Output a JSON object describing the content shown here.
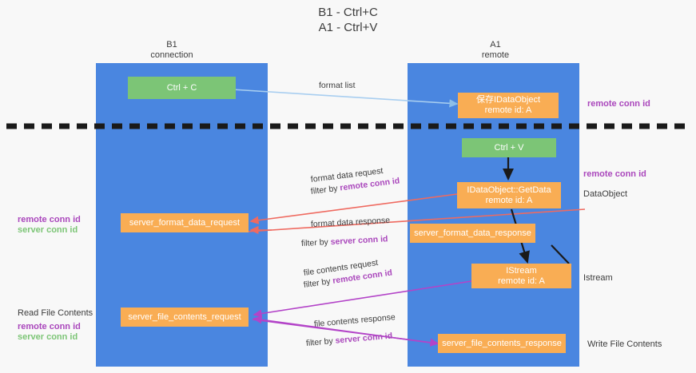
{
  "title": {
    "line1": "B1 - Ctrl+C",
    "line2": "A1 - Ctrl+V"
  },
  "columns": [
    {
      "name": "B1",
      "role": "connection"
    },
    {
      "name": "A1",
      "role": "remote"
    }
  ],
  "boxes": {
    "ctrl_c": "Ctrl + C",
    "ctrl_v": "Ctrl + V",
    "save_idataobject_l1": "保存IDataObject",
    "save_idataobject_l2": "remote id: A",
    "getdata_l1": "IDataObject::GetData",
    "getdata_l2": "remote id: A",
    "istream_l1": "IStream",
    "istream_l2": "remote id: A",
    "server_format_data_request": "server_format_data_request",
    "server_format_data_response": "server_format_data_response",
    "server_file_contents_request": "server_file_contents_request",
    "server_file_contents_response": "server_file_contents_response"
  },
  "edge_labels": {
    "format_list": "format list",
    "format_data_request": "format data request",
    "format_data_request_filter_prefix": "filter by ",
    "format_data_request_filter_key": "remote conn id",
    "format_data_response": "format data response",
    "format_data_response_filter_prefix": "filter by ",
    "format_data_response_filter_key": "server conn id",
    "file_contents_request": "file contents request",
    "file_contents_request_filter_prefix": "filter by ",
    "file_contents_request_filter_key": "remote conn id",
    "file_contents_response": "file contents response",
    "file_contents_response_filter_prefix": "filter by ",
    "file_contents_response_filter_key": "server conn id"
  },
  "right_labels": {
    "remote_conn_id_top": "remote conn id",
    "remote_conn_id_mid": "remote conn id",
    "dataobject": "DataObject",
    "istream": "Istream",
    "write_file_contents": "Write File Contents"
  },
  "left_labels": {
    "remote_conn_id_mid": "remote conn id",
    "server_conn_id_mid": "server conn id",
    "read_file_contents": "Read File Contents",
    "remote_conn_id_bot": "remote conn id",
    "server_conn_id_bot": "server conn id"
  },
  "colors": {
    "lane": "#4a86e0",
    "green_box": "#7cc576",
    "orange_box": "#f9ad54",
    "purple_text": "#aa47bc",
    "green_text": "#7cc576",
    "arrow_blue": "#a8cef0",
    "arrow_red": "#ef6a60",
    "arrow_purple": "#b344c8",
    "arrow_black": "#1a1a1a",
    "background": "#f8f8f8"
  }
}
